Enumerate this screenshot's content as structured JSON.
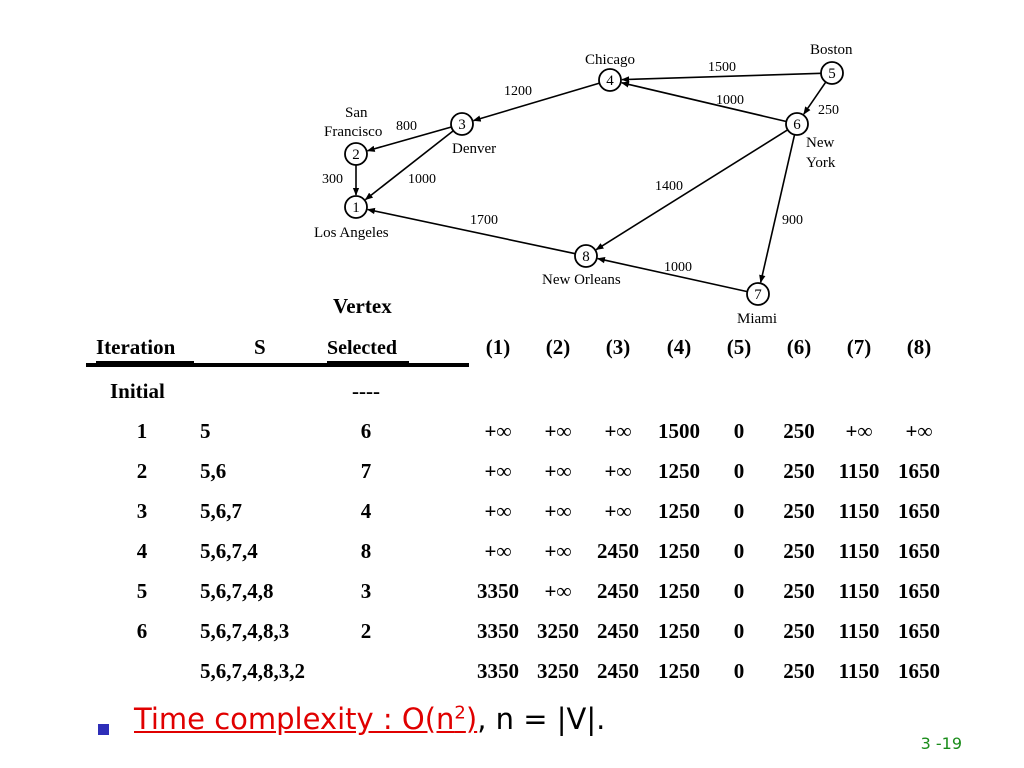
{
  "graph": {
    "nodes": [
      {
        "id": "1",
        "city": "Los Angeles"
      },
      {
        "id": "2",
        "city": "San Francisco"
      },
      {
        "id": "3",
        "city": "Denver"
      },
      {
        "id": "4",
        "city": "Chicago"
      },
      {
        "id": "5",
        "city": "Boston"
      },
      {
        "id": "6",
        "city": "New York"
      },
      {
        "id": "7",
        "city": "Miami"
      },
      {
        "id": "8",
        "city": "New Orleans"
      }
    ],
    "edges": [
      {
        "from": "5",
        "to": "4",
        "weight": "1500"
      },
      {
        "from": "5",
        "to": "6",
        "weight": "250"
      },
      {
        "from": "6",
        "to": "4",
        "weight": "1000"
      },
      {
        "from": "4",
        "to": "3",
        "weight": "1200"
      },
      {
        "from": "3",
        "to": "2",
        "weight": "800"
      },
      {
        "from": "3",
        "to": "1",
        "weight": "1000"
      },
      {
        "from": "2",
        "to": "1",
        "weight": "300"
      },
      {
        "from": "6",
        "to": "8",
        "weight": "1400"
      },
      {
        "from": "6",
        "to": "7",
        "weight": "900"
      },
      {
        "from": "7",
        "to": "8",
        "weight": "1000"
      },
      {
        "from": "8",
        "to": "1",
        "weight": "1700"
      }
    ],
    "city_labels": {
      "san": "San",
      "francisco": "Francisco",
      "denver": "Denver",
      "chicago": "Chicago",
      "boston": "Boston",
      "new": "New",
      "york": "York",
      "los_angeles": "Los Angeles",
      "new_orleans": "New Orleans",
      "miami": "Miami"
    }
  },
  "table": {
    "header": {
      "iteration": "Iteration",
      "s": "S",
      "vertex": "Vertex",
      "selected": "Selected",
      "cols": [
        "(1)",
        "(2)",
        "(3)",
        "(4)",
        "(5)",
        "(6)",
        "(7)",
        "(8)"
      ]
    },
    "rows": [
      {
        "iter": "Initial",
        "s": "",
        "sel": "----",
        "d": [
          "",
          "",
          "",
          "",
          "",
          "",
          "",
          ""
        ]
      },
      {
        "iter": "1",
        "s": "5",
        "sel": "6",
        "d": [
          "+∞",
          "+∞",
          "+∞",
          "1500",
          "0",
          "250",
          "+∞",
          "+∞"
        ]
      },
      {
        "iter": "2",
        "s": "5,6",
        "sel": "7",
        "d": [
          "+∞",
          "+∞",
          "+∞",
          "1250",
          "0",
          "250",
          "1150",
          "1650"
        ]
      },
      {
        "iter": "3",
        "s": "5,6,7",
        "sel": "4",
        "d": [
          "+∞",
          "+∞",
          "+∞",
          "1250",
          "0",
          "250",
          "1150",
          "1650"
        ]
      },
      {
        "iter": "4",
        "s": "5,6,7,4",
        "sel": "8",
        "d": [
          "+∞",
          "+∞",
          "2450",
          "1250",
          "0",
          "250",
          "1150",
          "1650"
        ]
      },
      {
        "iter": "5",
        "s": "5,6,7,4,8",
        "sel": "3",
        "d": [
          "3350",
          "+∞",
          "2450",
          "1250",
          "0",
          "250",
          "1150",
          "1650"
        ]
      },
      {
        "iter": "6",
        "s": "5,6,7,4,8,3",
        "sel": "2",
        "d": [
          "3350",
          "3250",
          "2450",
          "1250",
          "0",
          "250",
          "1150",
          "1650"
        ]
      },
      {
        "iter": "",
        "s": "5,6,7,4,8,3,2",
        "sel": "",
        "d": [
          "3350",
          "3250",
          "2450",
          "1250",
          "0",
          "250",
          "1150",
          "1650"
        ]
      }
    ]
  },
  "bullet": {
    "red_prefix": "Time complexity : O(n",
    "sup": "2",
    "red_suffix": ")",
    "rest": ", n = |V|."
  },
  "page_number": "3 -19",
  "colors": {
    "bullet": "#2e2eb8",
    "highlight_text": "#e00000",
    "page_number": "#1a8c1a"
  }
}
